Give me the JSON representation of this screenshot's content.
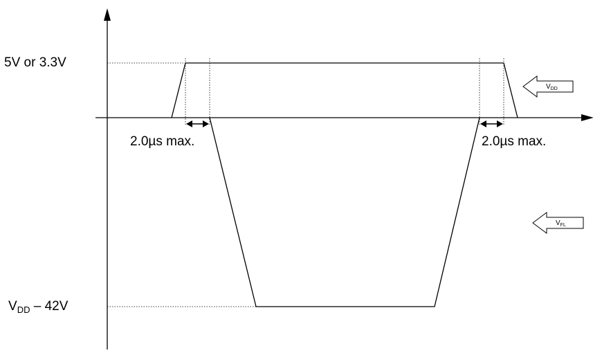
{
  "labels": {
    "vdd_level": "5V or 3.3V",
    "vneg_main": "V",
    "vneg_sub": "DD",
    "vneg_rest": " – 42V",
    "rise_timing": "2.0µs max.",
    "fall_timing": "2.0µs max."
  },
  "legend": {
    "vdd": {
      "main": "V",
      "sub": "DD"
    },
    "vfl": {
      "main": "V",
      "sub": "FL"
    }
  }
}
